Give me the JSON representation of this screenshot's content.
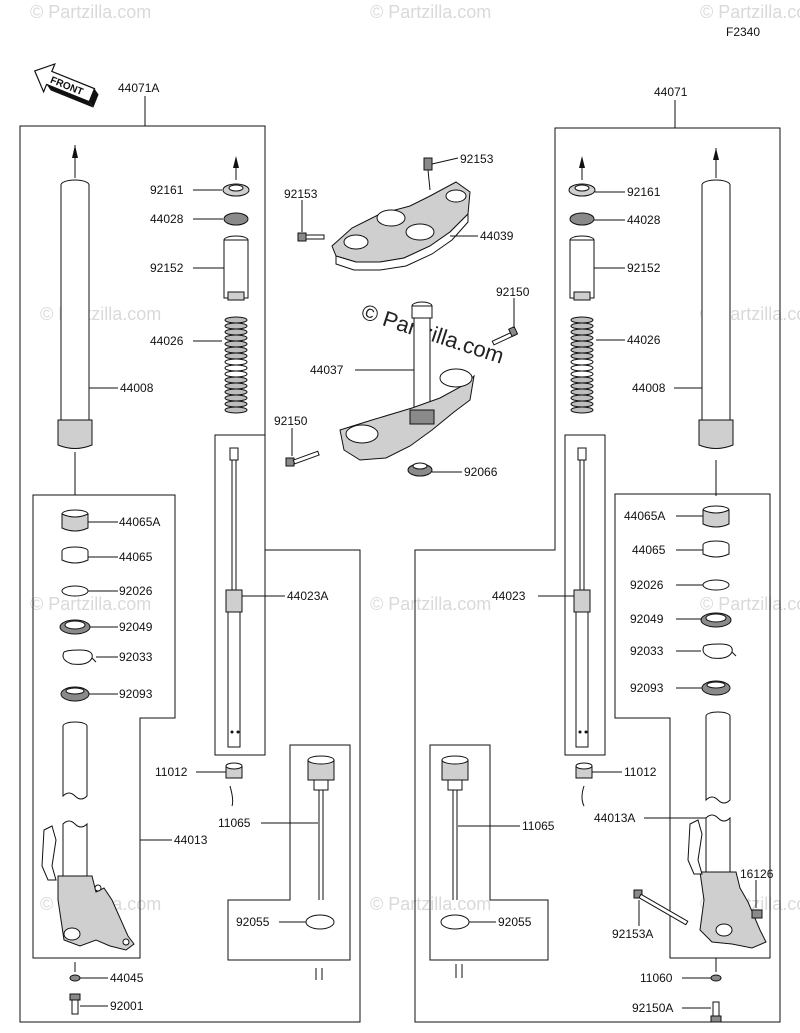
{
  "diagram_code": "F2340",
  "front_label": "FRONT",
  "watermark_text": "© Partzilla.com",
  "center_watermark": "© Partzilla.com",
  "labels": {
    "left_assy": "44071A",
    "right_assy": "44071",
    "l_92161": "92161",
    "l_44028": "44028",
    "l_92152": "92152",
    "l_44026": "44026",
    "l_44008": "44008",
    "l_44065A": "44065A",
    "l_44065": "44065",
    "l_92026": "92026",
    "l_92049": "92049",
    "l_92033": "92033",
    "l_92093": "92093",
    "l_44023A": "44023A",
    "l_11012": "11012",
    "l_11065": "11065",
    "l_44013": "44013",
    "l_92055": "92055",
    "l_44045": "44045",
    "l_92001": "92001",
    "c_92153a": "92153",
    "c_92153b": "92153",
    "c_44039": "44039",
    "c_92150a": "92150",
    "c_44037": "44037",
    "c_92150b": "92150",
    "c_92066": "92066",
    "r_92161": "92161",
    "r_44028": "44028",
    "r_92152": "92152",
    "r_44026": "44026",
    "r_44008": "44008",
    "r_44065A": "44065A",
    "r_44065": "44065",
    "r_92026": "92026",
    "r_92049": "92049",
    "r_92033": "92033",
    "r_92093": "92093",
    "r_44023": "44023",
    "r_11012": "11012",
    "r_11065": "11065",
    "r_44013A": "44013A",
    "r_16126": "16126",
    "r_92153A": "92153A",
    "r_92055": "92055",
    "r_11060": "11060",
    "r_92150A": "92150A"
  }
}
